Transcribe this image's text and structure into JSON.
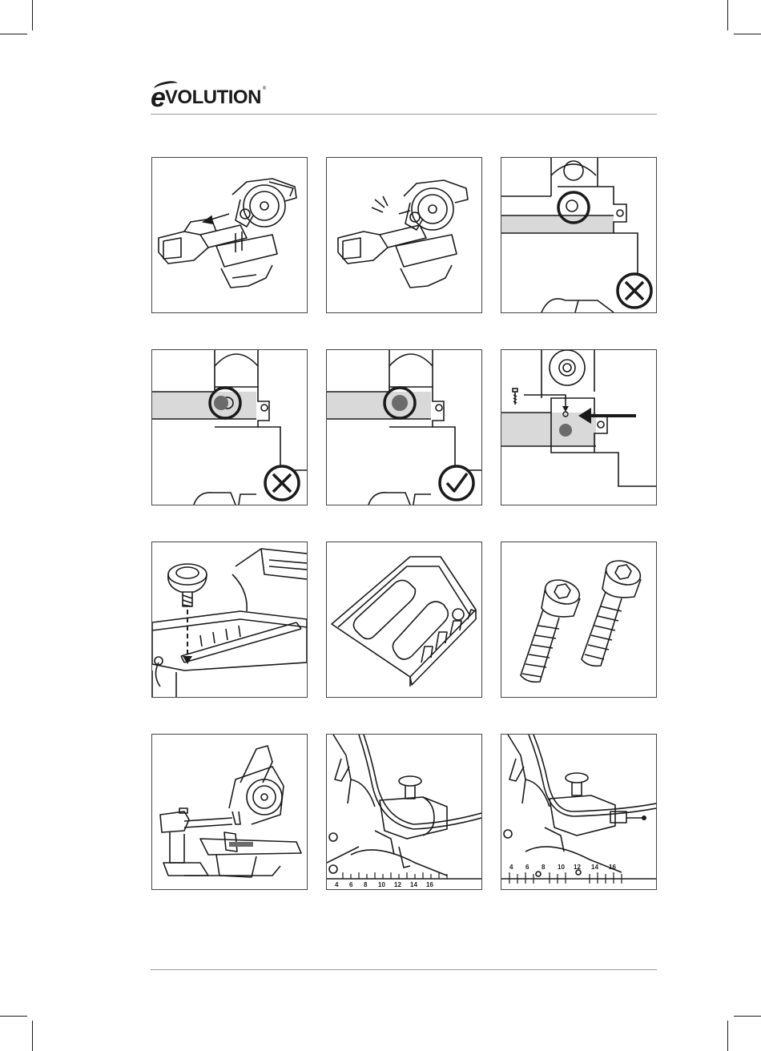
{
  "brand": {
    "logo_first_letter": "e",
    "logo_rest": "VOLUTION",
    "trademark": "®"
  },
  "figures": [
    {
      "id": 1,
      "icon": "saw-head-slide-arrow"
    },
    {
      "id": 2,
      "icon": "saw-click-lock"
    },
    {
      "id": 3,
      "icon": "pin-misaligned-cross"
    },
    {
      "id": 4,
      "icon": "pin-partial-cross"
    },
    {
      "id": 5,
      "icon": "pin-aligned-check"
    },
    {
      "id": 6,
      "icon": "screw-into-hole-arrow"
    },
    {
      "id": 7,
      "icon": "knob-into-table-slot"
    },
    {
      "id": 8,
      "icon": "dust-plate"
    },
    {
      "id": 9,
      "icon": "two-hex-bolts"
    },
    {
      "id": 10,
      "icon": "saw-side-view"
    },
    {
      "id": 11,
      "icon": "dust-bag-tube-scale"
    },
    {
      "id": 12,
      "icon": "dust-bag-tube-clip-scale"
    }
  ],
  "scale_numbers_a": [
    "4",
    "6",
    "8",
    "10",
    "12",
    "14",
    "16"
  ],
  "scale_numbers_b": [
    "4",
    "6",
    "8",
    "10",
    "12",
    "14",
    "16"
  ],
  "colors": {
    "ink": "#1a1a1a",
    "pin_fill": "#6b6b6b",
    "bar_shade": "#d9d9d9"
  }
}
